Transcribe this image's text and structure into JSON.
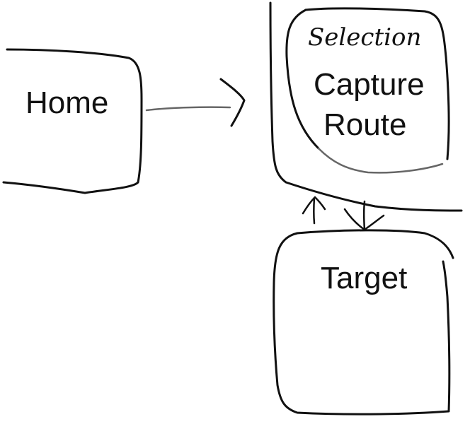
{
  "nodes": {
    "home": {
      "label": "Home"
    },
    "selection": {
      "caption": "Selection"
    },
    "capture_route": {
      "line1": "Capture",
      "line2": "Route"
    },
    "target": {
      "label": "Target"
    }
  },
  "colors": {
    "ink": "#111111",
    "light_ink": "#666666",
    "background": "#ffffff"
  }
}
